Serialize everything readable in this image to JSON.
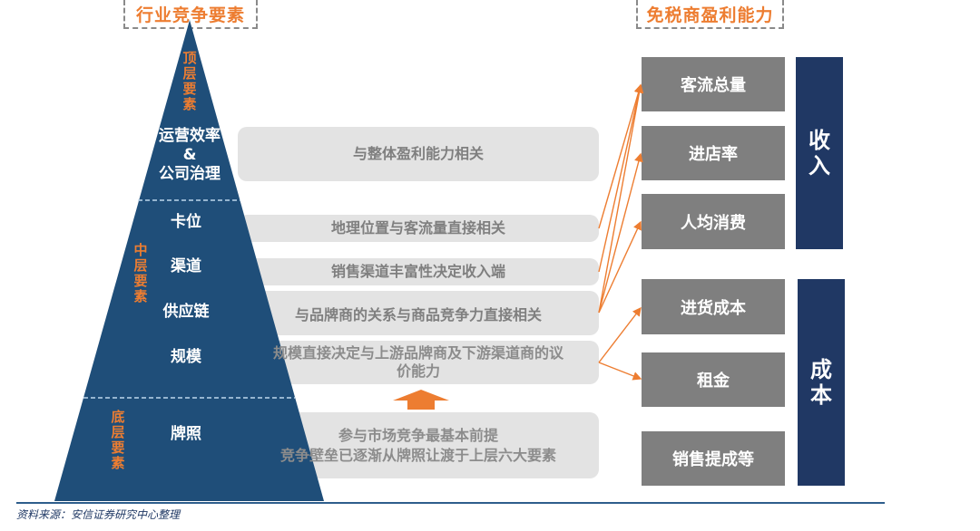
{
  "headers": {
    "left": "行业竞争要素",
    "right": "免税商盈利能力"
  },
  "pyramid": {
    "tiers": {
      "top": "顶\n层\n要\n素",
      "middle": "中\n层\n要\n素",
      "bottom": "底\n层\n要\n素"
    },
    "factors": {
      "ops_line1": "运营效率",
      "ops_line2": "&",
      "ops_line3": "公司治理",
      "location": "卡位",
      "channel": "渠道",
      "supply_chain": "供应链",
      "scale": "规模",
      "license": "牌照"
    },
    "colors": {
      "fill": "#1f4e79",
      "accent": "#ed7d31",
      "divider": "#bdd7ee"
    }
  },
  "descriptions": {
    "ops": "与整体盈利能力相关",
    "location": "地理位置与客流量直接相关",
    "channel": "销售渠道丰富性决定收入端",
    "supply_chain": "与品牌商的关系与商品竞争力直接相关",
    "scale_line1": "规模直接决定与上游品牌商及下游渠道商的议",
    "scale_line2": "价能力",
    "license_line1": "参与市场竞争最基本前提",
    "license_line2": "竞争壁垒已逐渐从牌照让渡于上层六大要素"
  },
  "revenue": {
    "label": "收\n入",
    "items": [
      "客流总量",
      "进店率",
      "人均消费"
    ]
  },
  "cost": {
    "label": "成\n本",
    "items": [
      "进货成本",
      "租金",
      "销售提成等"
    ]
  },
  "source": "资料来源：安信证券研究中心整理"
}
